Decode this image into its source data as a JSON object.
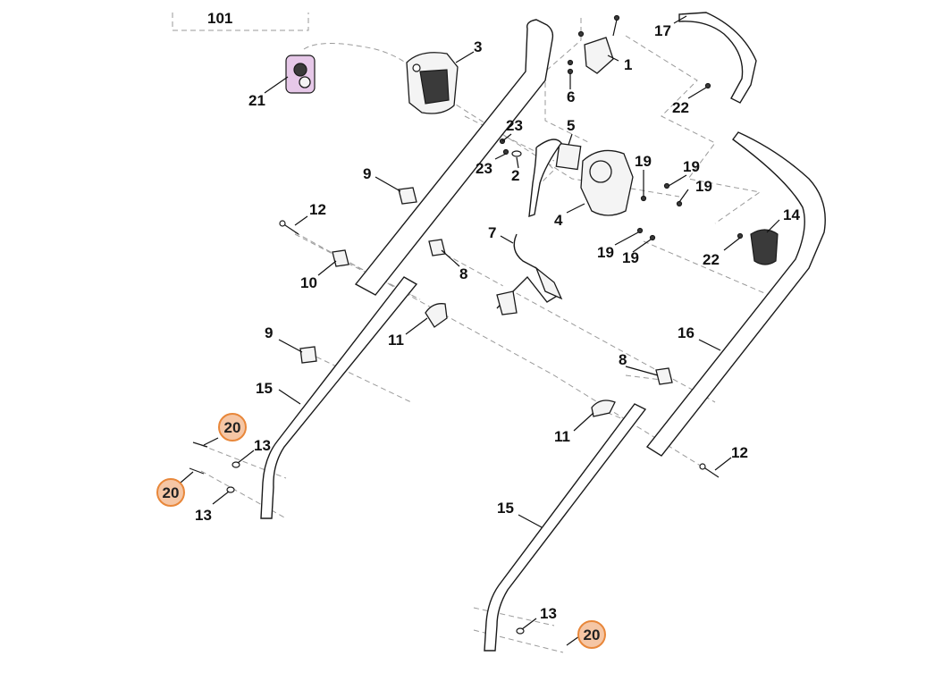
{
  "diagram": {
    "highlight_color": "#f5c6a5",
    "highlight_stroke": "#e8873a",
    "callouts": {
      "c101": "101",
      "c1": "1",
      "c2": "2",
      "c3": "3",
      "c4": "4",
      "c5": "5",
      "c6": "6",
      "c7": "7",
      "c8a": "8",
      "c8b": "8",
      "c9a": "9",
      "c9b": "9",
      "c10": "10",
      "c11a": "11",
      "c11b": "11",
      "c12a": "12",
      "c12b": "12",
      "c13a": "13",
      "c13b": "13",
      "c13c": "13",
      "c14": "14",
      "c15a": "15",
      "c15b": "15",
      "c16": "16",
      "c17": "17",
      "c19a": "19",
      "c19b": "19",
      "c19c": "19",
      "c19d": "19",
      "c19e": "19",
      "c20a": "20",
      "c20b": "20",
      "c20c": "20",
      "c21": "21",
      "c22a": "22",
      "c22b": "22",
      "c23a": "23",
      "c23b": "23"
    }
  }
}
